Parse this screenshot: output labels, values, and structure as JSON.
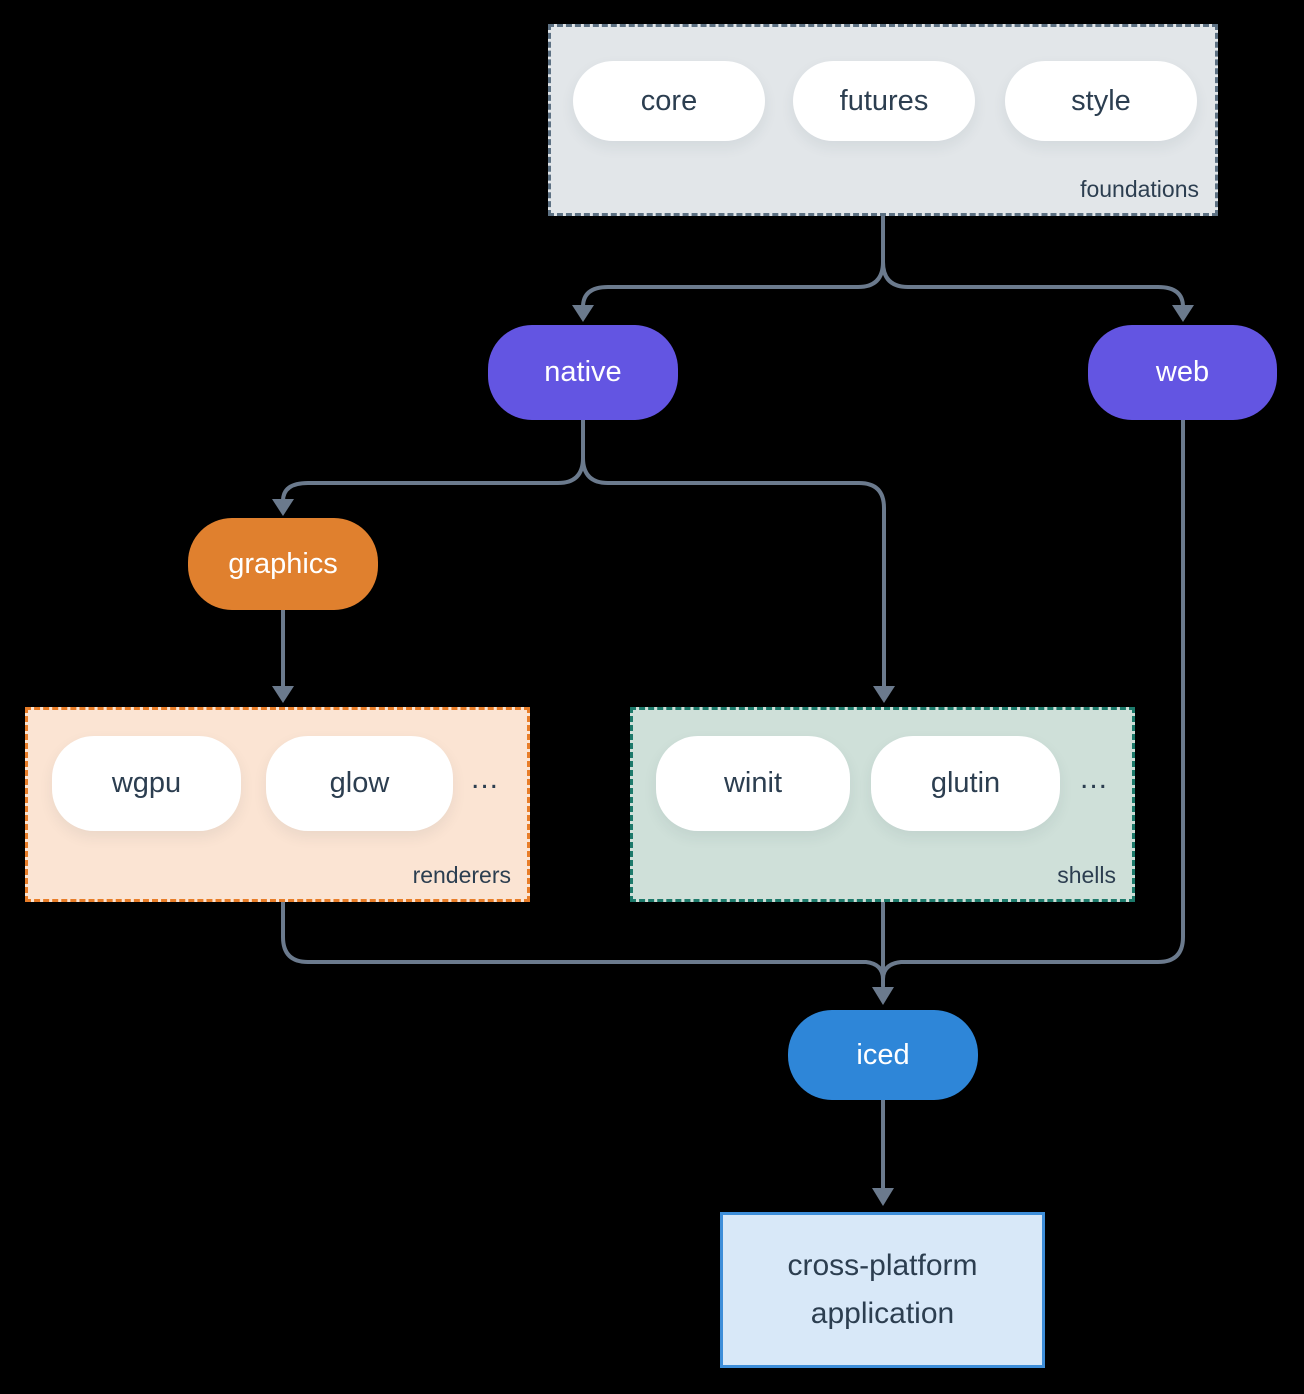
{
  "foundations": {
    "label": "foundations",
    "pills": [
      "core",
      "futures",
      "style"
    ]
  },
  "nodes": {
    "native": "native",
    "web": "web",
    "graphics": "graphics",
    "iced": "iced"
  },
  "renderers": {
    "label": "renderers",
    "pills": [
      "wgpu",
      "glow"
    ],
    "ellipsis": "..."
  },
  "shells": {
    "label": "shells",
    "pills": [
      "winit",
      "glutin"
    ],
    "ellipsis": "..."
  },
  "application": {
    "line1": "cross-platform",
    "line2": "application"
  },
  "colors": {
    "background": "#000000",
    "connector_line": "#6b7a8d",
    "node_purple": "#6355e2",
    "node_orange": "#e0802e",
    "node_blue": "#2e86d8",
    "foundations_fill": "#e2e6e9",
    "foundations_border": "#5d7183",
    "renderers_fill": "#fbe4d3",
    "renderers_border": "#e87d28",
    "shells_fill": "#cfe0d9",
    "shells_border": "#1d7a6b",
    "app_fill": "#d8e8f8",
    "app_border": "#3e8ed9",
    "text_dark": "#2c3e50",
    "pill_fill": "#ffffff"
  }
}
